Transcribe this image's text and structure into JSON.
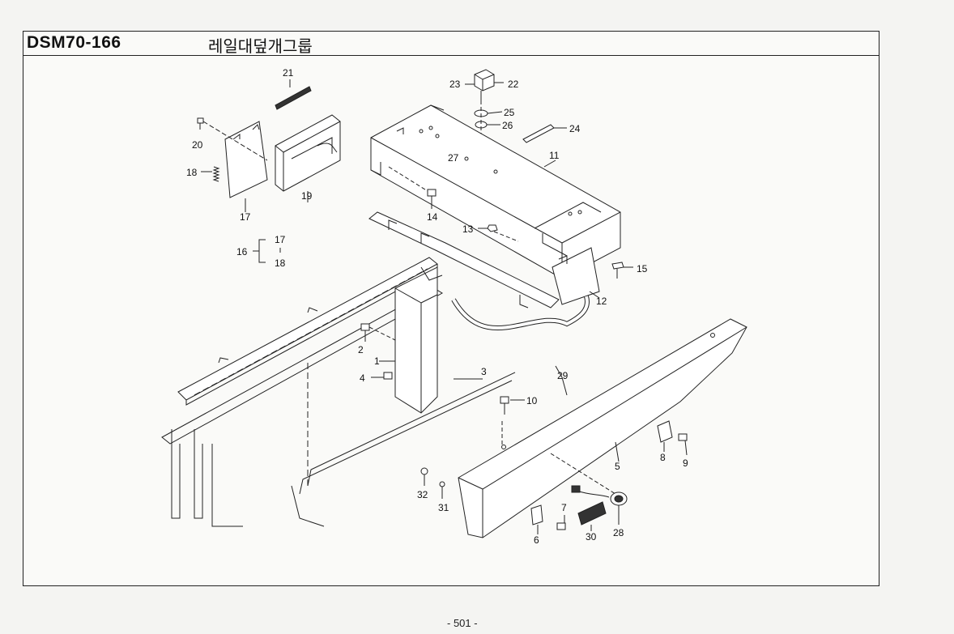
{
  "header": {
    "model_code": "DSM70-166",
    "group_title": "레일대덮개그룹"
  },
  "footer": {
    "page_number": "- 501 -"
  },
  "callouts": {
    "c1": "1",
    "c2": "2",
    "c3": "3",
    "c4": "4",
    "c5": "5",
    "c6": "6",
    "c7": "7",
    "c8": "8",
    "c9": "9",
    "c10": "10",
    "c11": "11",
    "c12": "12",
    "c13": "13",
    "c14": "14",
    "c15": "15",
    "c16": "16",
    "c17": "17",
    "c17b": "17",
    "c18": "18",
    "c18b": "18",
    "c19": "19",
    "c20": "20",
    "c21": "21",
    "c22": "22",
    "c23": "23",
    "c24": "24",
    "c25": "25",
    "c26": "26",
    "c27": "27",
    "c28": "28",
    "c29": "29",
    "c30": "30",
    "c31": "31",
    "c32": "32"
  }
}
